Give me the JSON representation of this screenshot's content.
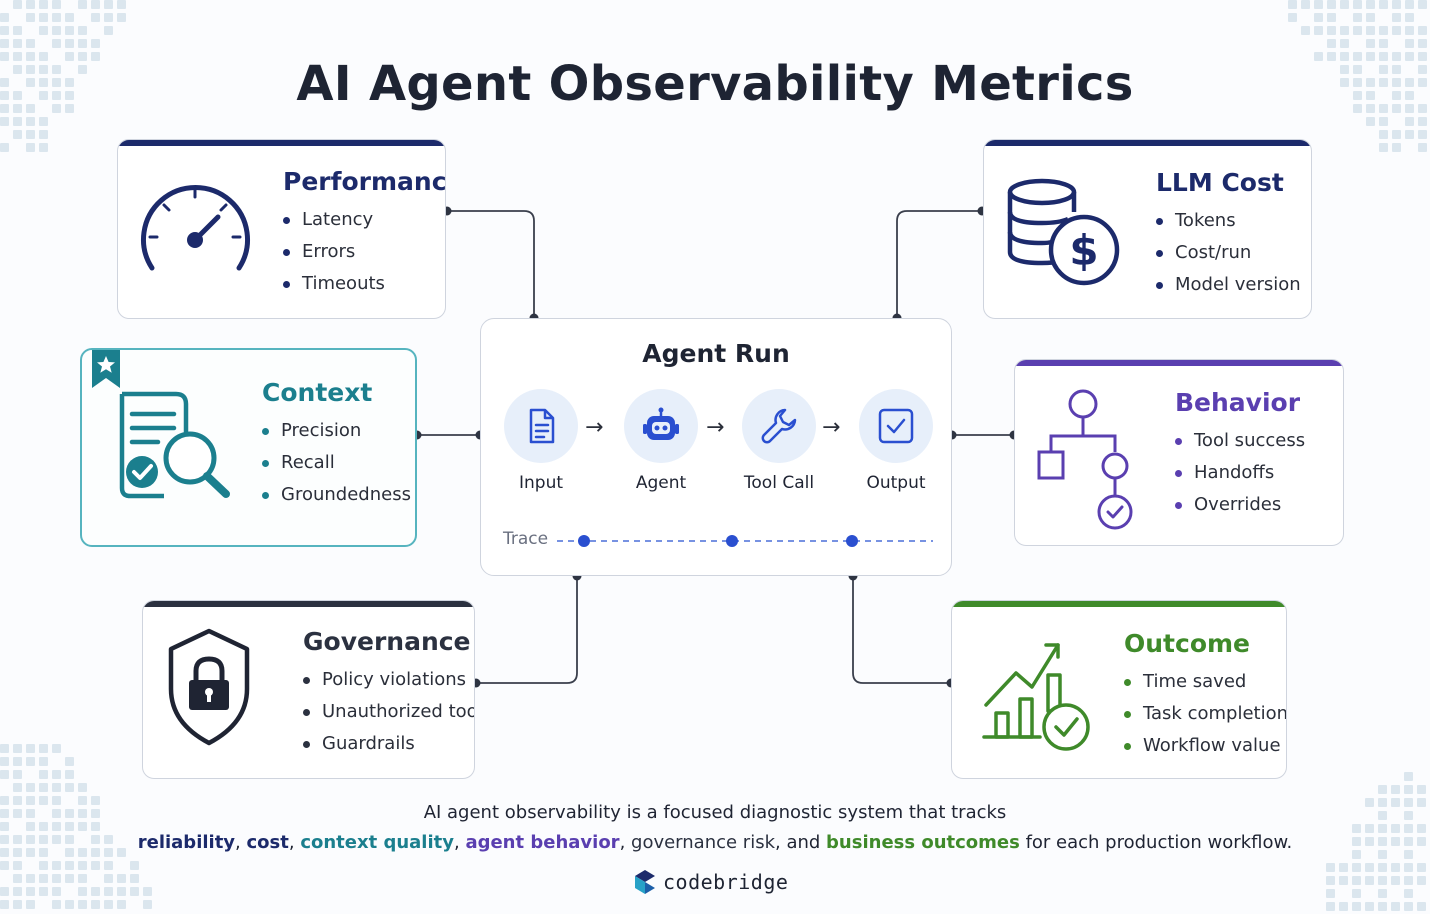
{
  "title": "AI Agent Observability Metrics",
  "colors": {
    "navy": "#1c2a6b",
    "teal": "#1b7f8e",
    "purple": "#5a3fb0",
    "green": "#3f8a2a",
    "dark": "#2b3140",
    "accent_blue": "#2a4fd0",
    "icon_bg": "#e7effa"
  },
  "cards": {
    "performance": {
      "title": "Performance",
      "icon": "speedometer-icon",
      "items": [
        "Latency",
        "Errors",
        "Timeouts"
      ]
    },
    "llm_cost": {
      "title": "LLM Cost",
      "icon": "database-dollar-icon",
      "items": [
        "Tokens",
        "Cost/run",
        "Model version"
      ]
    },
    "context": {
      "title": "Context",
      "icon": "document-search-icon",
      "items": [
        "Precision",
        "Recall",
        "Groundedness"
      ]
    },
    "behavior": {
      "title": "Behavior",
      "icon": "flowchart-icon",
      "items": [
        "Tool success",
        "Handoffs",
        "Overrides"
      ]
    },
    "governance": {
      "title": "Governance",
      "icon": "shield-lock-icon",
      "items": [
        "Policy violations",
        "Unauthorized tools",
        "Guardrails"
      ]
    },
    "outcome": {
      "title": "Outcome",
      "icon": "growth-chart-icon",
      "items": [
        "Time saved",
        "Task completion",
        "Workflow value"
      ]
    }
  },
  "agent_run": {
    "title": "Agent Run",
    "steps": [
      {
        "label": "Input",
        "icon": "document-icon"
      },
      {
        "label": "Agent",
        "icon": "robot-icon"
      },
      {
        "label": "Tool Call",
        "icon": "wrench-icon"
      },
      {
        "label": "Output",
        "icon": "check-square-icon"
      }
    ],
    "arrow": "→",
    "trace_label": "Trace"
  },
  "summary": {
    "line1": "AI agent observability is a focused diagnostic system that tracks",
    "line2": [
      {
        "text": "reliability",
        "color": "#1c2a6b",
        "bold": true
      },
      {
        "text": ", ",
        "color": "#1f2433",
        "bold": false
      },
      {
        "text": "cost",
        "color": "#1c2a6b",
        "bold": true
      },
      {
        "text": ", ",
        "color": "#1f2433",
        "bold": false
      },
      {
        "text": "context quality",
        "color": "#1b7f8e",
        "bold": true
      },
      {
        "text": ", ",
        "color": "#1f2433",
        "bold": false
      },
      {
        "text": "agent behavior",
        "color": "#5a3fb0",
        "bold": true
      },
      {
        "text": ", ",
        "color": "#1f2433",
        "bold": false
      },
      {
        "text": "governance risk",
        "color": "#2b3140",
        "bold": false
      },
      {
        "text": ", and ",
        "color": "#1f2433",
        "bold": false
      },
      {
        "text": "business outcomes",
        "color": "#3f8a2a",
        "bold": true
      },
      {
        "text": " for each production workflow.",
        "color": "#1f2433",
        "bold": false
      }
    ]
  },
  "brand": {
    "name": "codebridge",
    "icon": "codebridge-logo-icon"
  }
}
